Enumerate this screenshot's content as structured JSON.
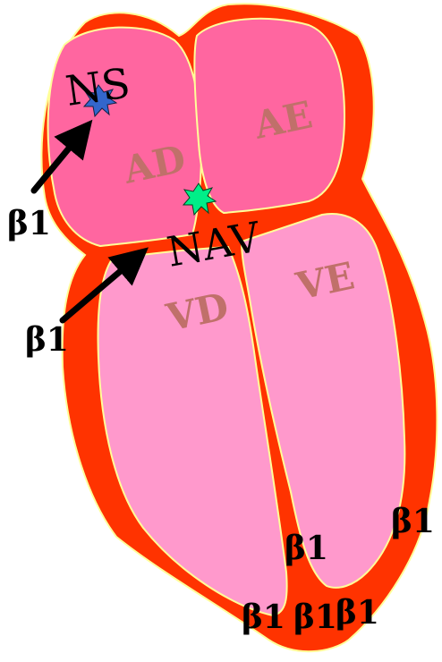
{
  "chambers": {
    "right_atrium": "AD",
    "left_atrium": "AE",
    "right_ventricle": "VD",
    "left_ventricle": "VE"
  },
  "nodes": {
    "sinus_node": "NS",
    "av_node": "NAV"
  },
  "receptors": {
    "arrow_sinus": "β1",
    "arrow_av": "β1",
    "apex_left": "β1",
    "apex_center": "β1",
    "apex_right": "β1",
    "septum": "β1",
    "left_ventricle_wall": "β1"
  },
  "colors": {
    "myocardium": "#ff3300",
    "atrium": "#ff66a0",
    "ventricle": "#ff99cc",
    "outline": "#ffff99",
    "sinus_node": "#3366cc",
    "av_node": "#00ee88",
    "chamber_text": "#c0706a"
  }
}
